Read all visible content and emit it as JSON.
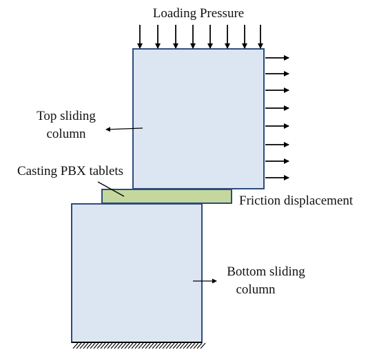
{
  "diagram": {
    "labels": {
      "loading_pressure": "Loading Pressure",
      "top_column_line1": "Top sliding",
      "top_column_line2": "column",
      "tablets": "Casting PBX tablets",
      "friction": "Friction displacement",
      "bottom_column_line1": "Bottom sliding",
      "bottom_column_line2": "column"
    },
    "colors": {
      "column_fill": "#dce6f2",
      "column_stroke": "#2e4a7d",
      "tablet_fill": "#c4d89d",
      "tablet_stroke": "#2e4a7d",
      "arrow": "#000000",
      "hatch": "#000000"
    }
  }
}
